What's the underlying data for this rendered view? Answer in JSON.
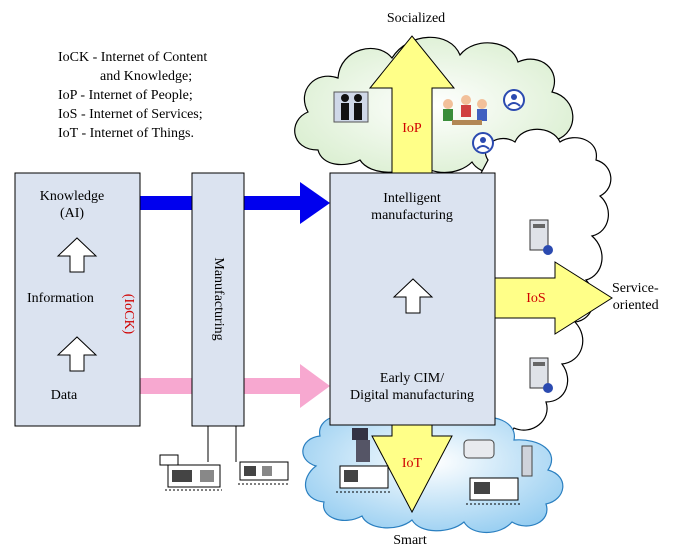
{
  "legend": {
    "line1": "IoCK - Internet of Content",
    "line1b": "and Knowledge;",
    "line2": "IoP - Internet of People;",
    "line3": "IoS - Internet of Services;",
    "line4": "IoT - Internet of Things."
  },
  "clouds": {
    "top": "Socialized",
    "right": "Service-\noriented",
    "bottom": "Smart"
  },
  "left_box": {
    "knowledge": "Knowledge\n(AI)",
    "information": "Information",
    "data": "Data",
    "iock": "(IoCK)"
  },
  "middle_box": {
    "label": "Manufacturing"
  },
  "center_box": {
    "top": "Intelligent\nmanufacturing",
    "bottom": "Early CIM/\nDigital manufacturing"
  },
  "arrows": {
    "iop": "IoP",
    "ios": "IoS",
    "iot": "IoT"
  },
  "colors": {
    "blue_arrow": "#0000ee",
    "pink_arrow": "#f7a8d0",
    "yellow_arrow": "#ffff88",
    "box_fill": "#dbe3f0",
    "cloud_top": "#e6f4e1",
    "cloud_bottom": "#a9d8f2",
    "accent_red": "#d00000"
  }
}
